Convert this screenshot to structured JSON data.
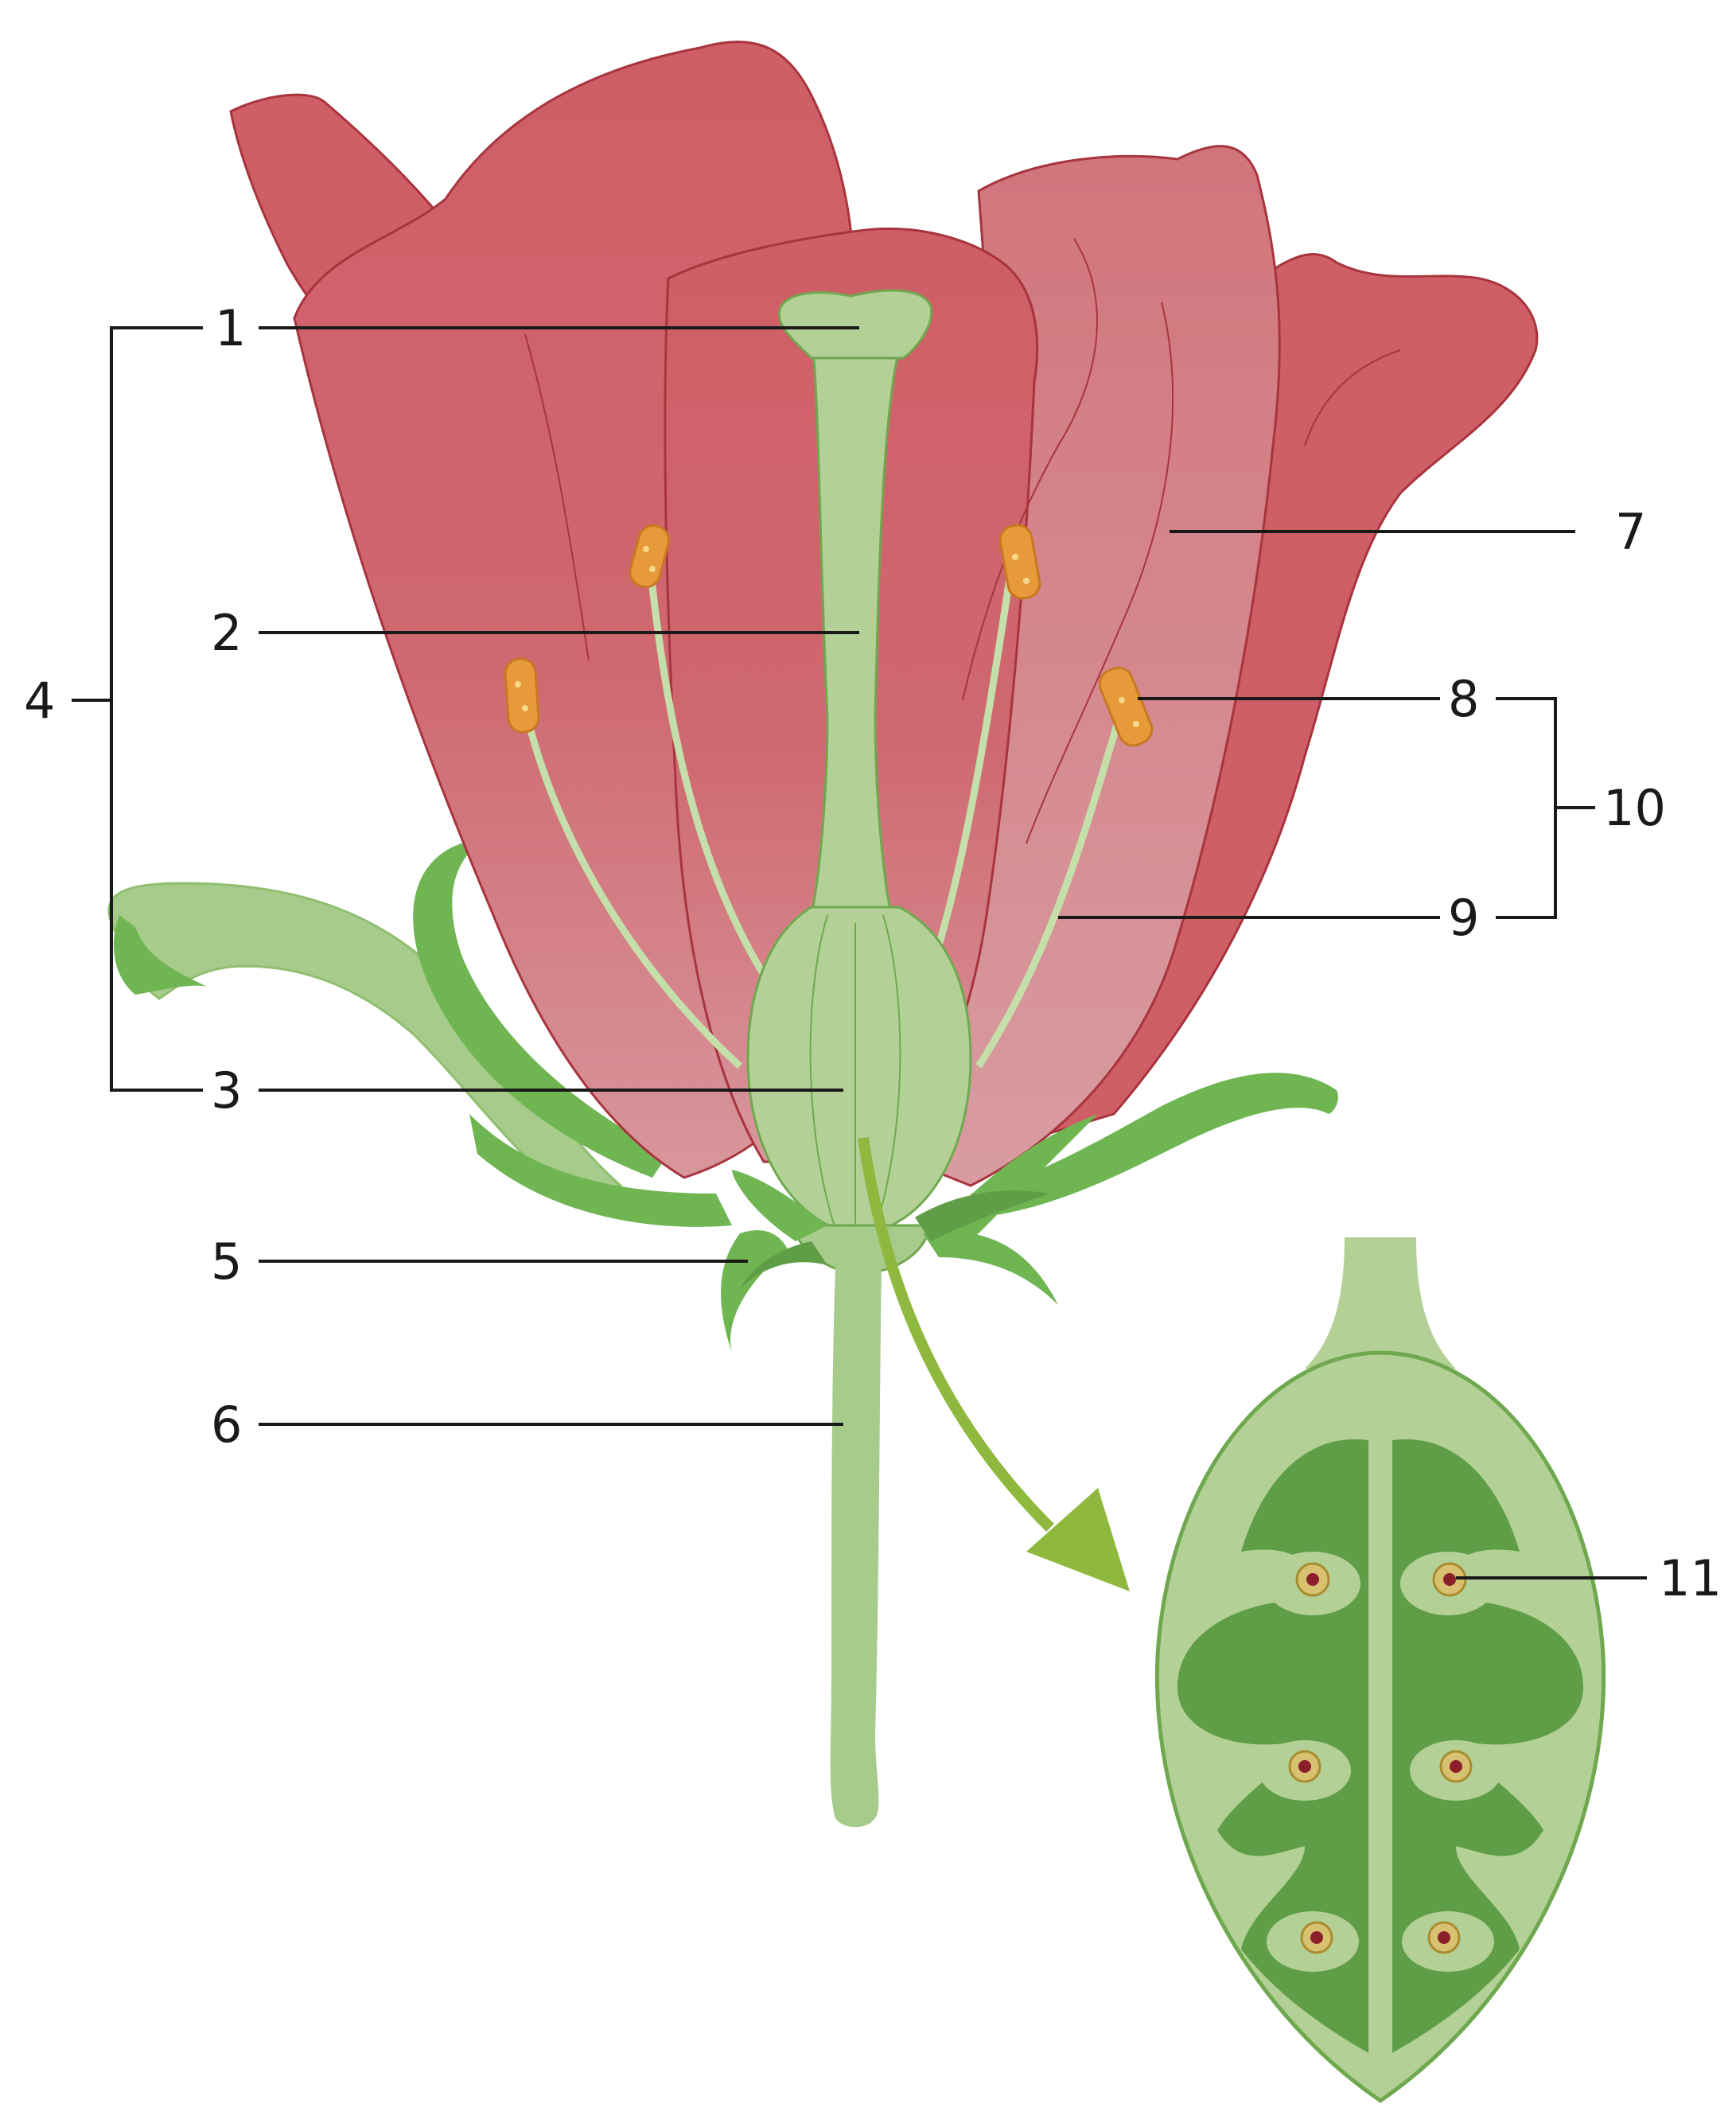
{
  "labels": {
    "l1": "1",
    "l2": "2",
    "l3": "3",
    "l4": "4",
    "l5": "5",
    "l6": "6",
    "l7": "7",
    "l8": "8",
    "l9": "9",
    "l10": "10",
    "l11": "11"
  },
  "colors": {
    "petal": "#cf5e66",
    "petal_light": "#d8949a",
    "petal_outline": "#a8343e",
    "pistil": "#b3d196",
    "pistil_outline": "#6fa84f",
    "sepal": "#6fb552",
    "stem": "#a6cb8b",
    "anther": "#e69a3a",
    "ovary_chamber": "#5f9d47",
    "ovule": "#c7a43c",
    "ovule_core": "#8b1f2a",
    "arrow": "#8fb93e",
    "ink": "#1a1a1a"
  }
}
